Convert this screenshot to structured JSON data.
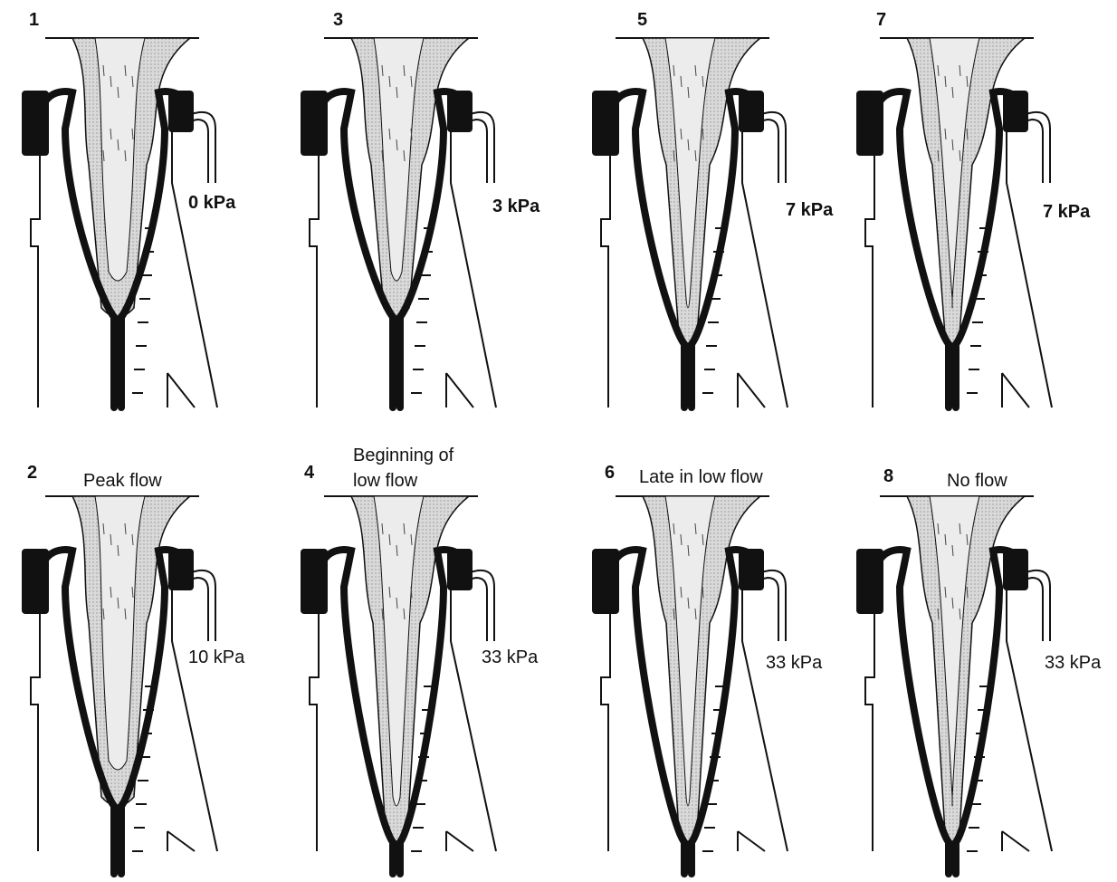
{
  "panels": [
    {
      "number": "1",
      "caption": "",
      "pressure": "0  kPa"
    },
    {
      "number": "3",
      "caption": "",
      "pressure": "3 kPa"
    },
    {
      "number": "5",
      "caption": "",
      "pressure": "7 kPa"
    },
    {
      "number": "7",
      "caption": "",
      "pressure": "7 kPa"
    },
    {
      "number": "2",
      "caption": "Peak flow",
      "pressure": "10 kPa"
    },
    {
      "number": "4",
      "caption_line1": "Beginning of",
      "caption_line2": "low flow",
      "pressure": "33 kPa"
    },
    {
      "number": "6",
      "caption": "Late in low flow",
      "pressure": "33 kPa"
    },
    {
      "number": "8",
      "caption": "No flow",
      "pressure": "33 kPa"
    }
  ],
  "colors": {
    "ink": "#111111",
    "stipple": "#d9d9d9",
    "teat": "#ececec"
  }
}
